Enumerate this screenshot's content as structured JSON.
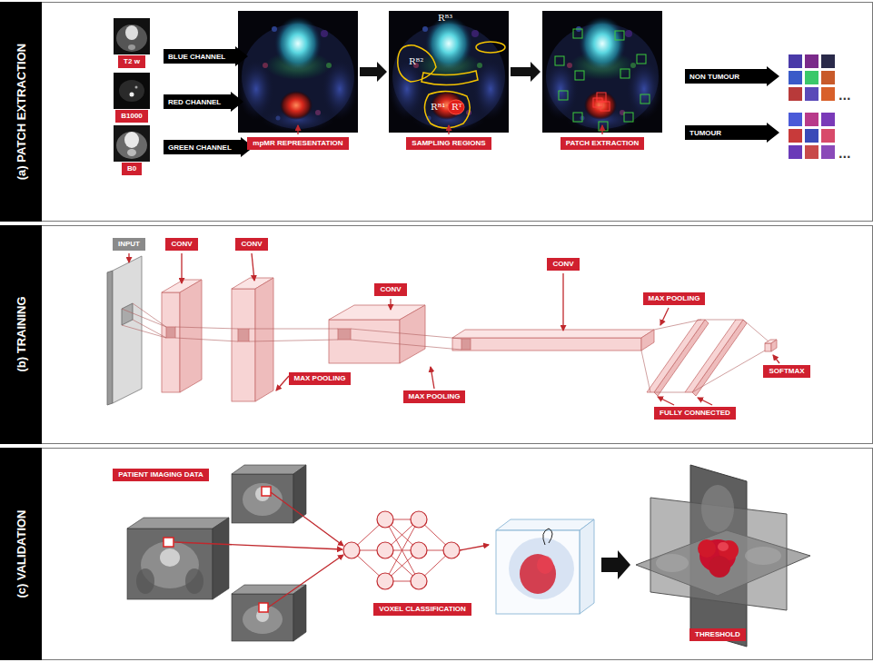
{
  "diagram": {
    "nodes": [
      {
        "text": [
          "(a) PATCH EXTRACTION"
        ]
      },
      {
        "text": [
          "T2 w"
        ],
        "in": 0
      },
      {
        "text": [
          "B1000"
        ],
        "in": 0
      },
      {
        "text": [
          "B0"
        ],
        "in": 0
      },
      {
        "text": [
          "BLUE CHANNEL"
        ],
        "in": 0
      },
      {
        "text": [
          "RED CHANNEL"
        ],
        "in": 0
      },
      {
        "text": [
          "GREEN CHANNEL"
        ],
        "in": 0
      },
      {
        "text": [
          "mpMR REPRESENTATION"
        ],
        "in": 0
      },
      {
        "text": [
          "SAMPLING REGIONS"
        ],
        "in": 0
      },
      {
        "text": [
          "PATCH EXTRACTION"
        ],
        "in": 0
      },
      {
        "text": [
          "NON TUMOUR"
        ],
        "in": 0
      },
      {
        "text": [
          "TUMOUR"
        ],
        "in": 0
      },
      {
        "text": [
          "(b) TRAINING"
        ]
      },
      {
        "text": [
          "INPUT"
        ],
        "in": 12
      },
      {
        "text": [
          "CONV"
        ],
        "in": 12
      },
      {
        "text": [
          "CONV"
        ],
        "in": 12
      },
      {
        "text": [
          "MAX POOLING"
        ],
        "in": 12
      },
      {
        "text": [
          "CONV"
        ],
        "in": 12
      },
      {
        "text": [
          "MAX POOLING"
        ],
        "in": 12
      },
      {
        "text": [
          "CONV"
        ],
        "in": 12
      },
      {
        "text": [
          "MAX POOLING"
        ],
        "in": 12
      },
      {
        "text": [
          "FULLY CONNECTED"
        ],
        "in": 12
      },
      {
        "text": [
          "SOFTMAX"
        ],
        "in": 12
      },
      {
        "text": [
          "(c) VALIDATION"
        ]
      },
      {
        "text": [
          "PATIENT IMAGING DATA"
        ],
        "in": 23
      },
      {
        "text": [
          "VOXEL CLASSIFICATION"
        ],
        "in": 23
      },
      {
        "text": [
          "THRESHOLD"
        ],
        "in": 23
      }
    ],
    "edges": [
      {
        "from": 7,
        "to": 8,
        "arrow": "to"
      },
      {
        "from": 8,
        "to": 9,
        "arrow": "to"
      }
    ],
    "labels": [
      "Rᴮ³",
      "Rᴮ²",
      "Rᴮ¹",
      "Rᵀ",
      "...",
      "..."
    ]
  }
}
